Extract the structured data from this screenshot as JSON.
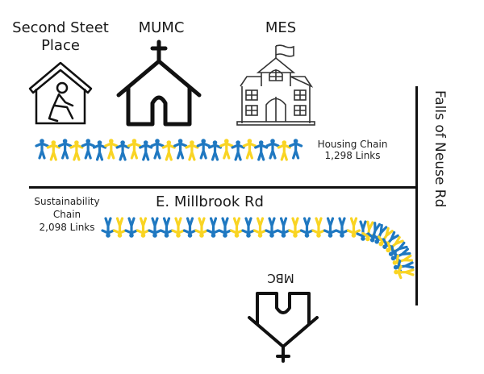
{
  "places": {
    "second_street": {
      "line1": "Second Steet",
      "line2": "Place"
    },
    "mumc": {
      "label": "MUMC"
    },
    "mes": {
      "label": "MES"
    },
    "mbc": {
      "label": "MBC"
    }
  },
  "roads": {
    "millbrook": "E. Millbrook Rd",
    "falls": "Falls of Neuse Rd"
  },
  "chains": {
    "housing": {
      "line1": "Housing Chain",
      "line2": "1,298 Links",
      "figure_count": 23
    },
    "sustainability": {
      "line1": "Sustainability",
      "line2": "Chain",
      "line3": "2,098 Links",
      "figure_count": 40
    }
  },
  "colors": {
    "blue": "#1f78c1",
    "yellow": "#f9d423",
    "line": "#111111"
  },
  "icons": {
    "second_street": "house-person-icon",
    "mumc": "church-icon",
    "mes": "school-icon",
    "mbc": "church-icon"
  }
}
